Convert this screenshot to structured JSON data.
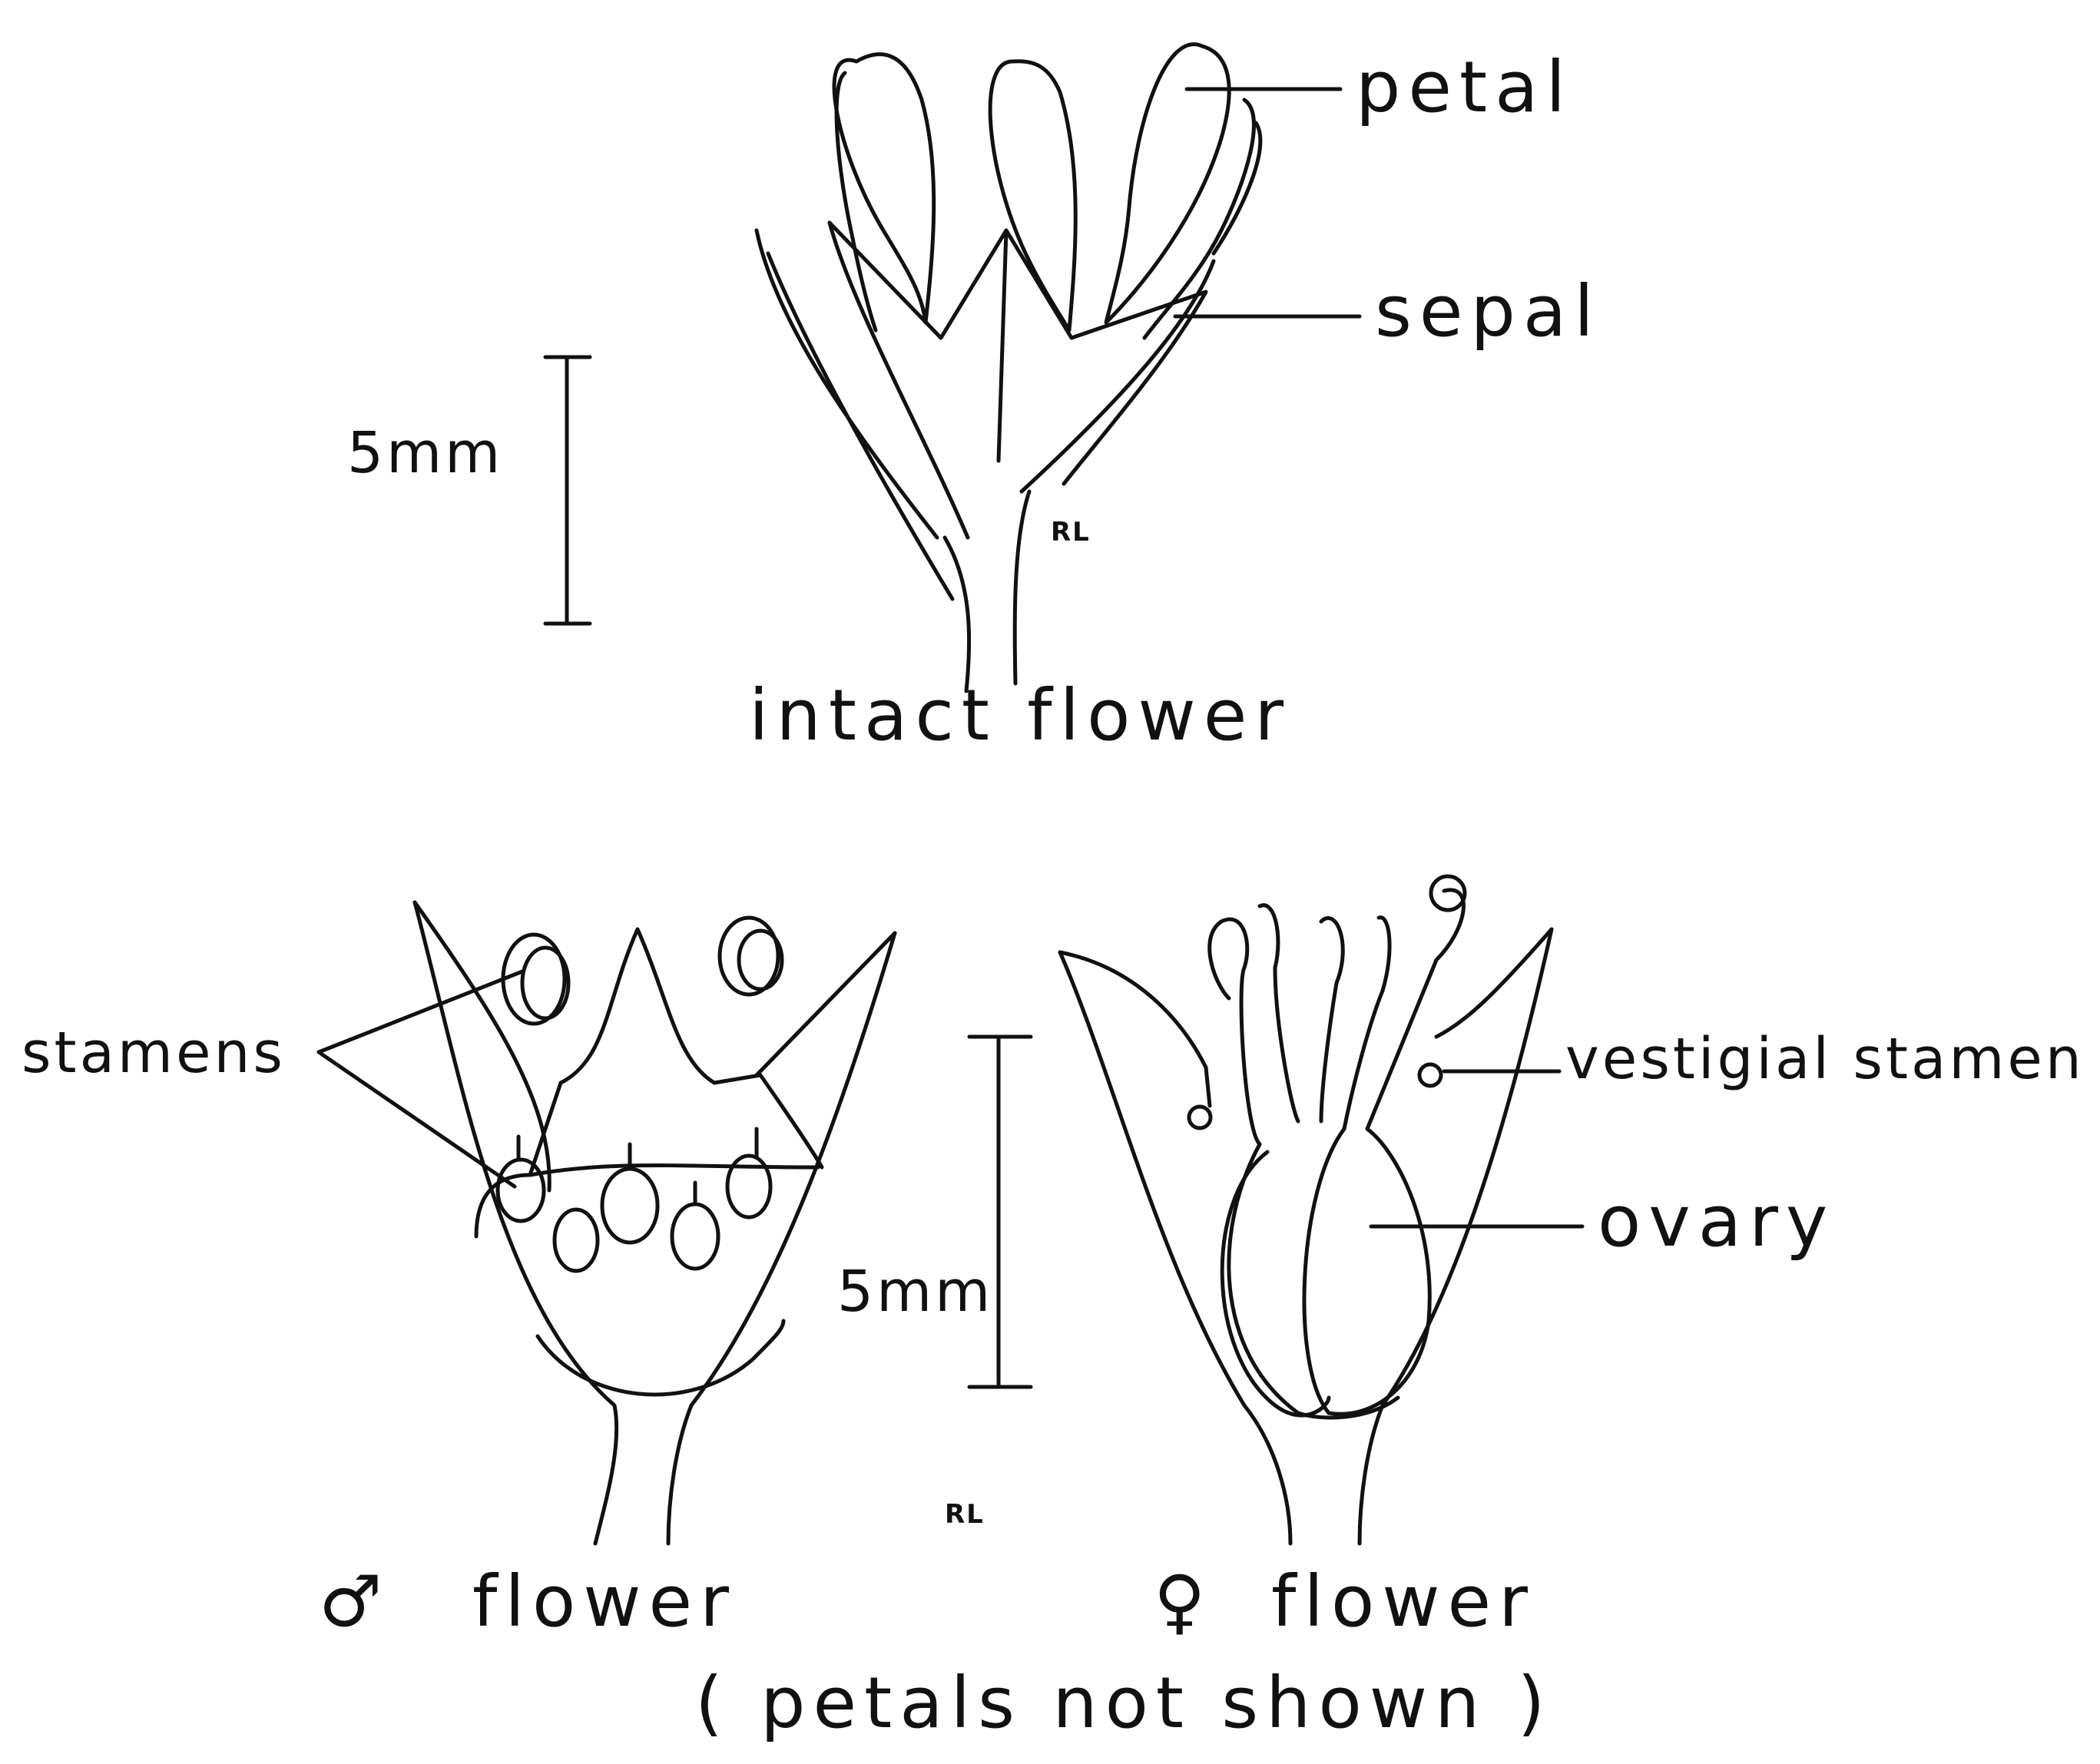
{
  "labels": {
    "petal": "petal",
    "sepal": "sepal",
    "scale_top": "5mm",
    "initials_top": "RL",
    "intact_caption": "intact flower",
    "stamens": "stamens",
    "vestigial_stamen": "vestigial stamen",
    "ovary": "ovary",
    "scale_bottom": "5mm",
    "initials_bottom": "RL",
    "male_symbol": "♂",
    "male_caption": "flower",
    "female_symbol": "♀",
    "female_caption": "flower",
    "footnote": "( petals not shown )"
  },
  "colors": {
    "ink": "#111111",
    "paper": "#ffffff"
  }
}
